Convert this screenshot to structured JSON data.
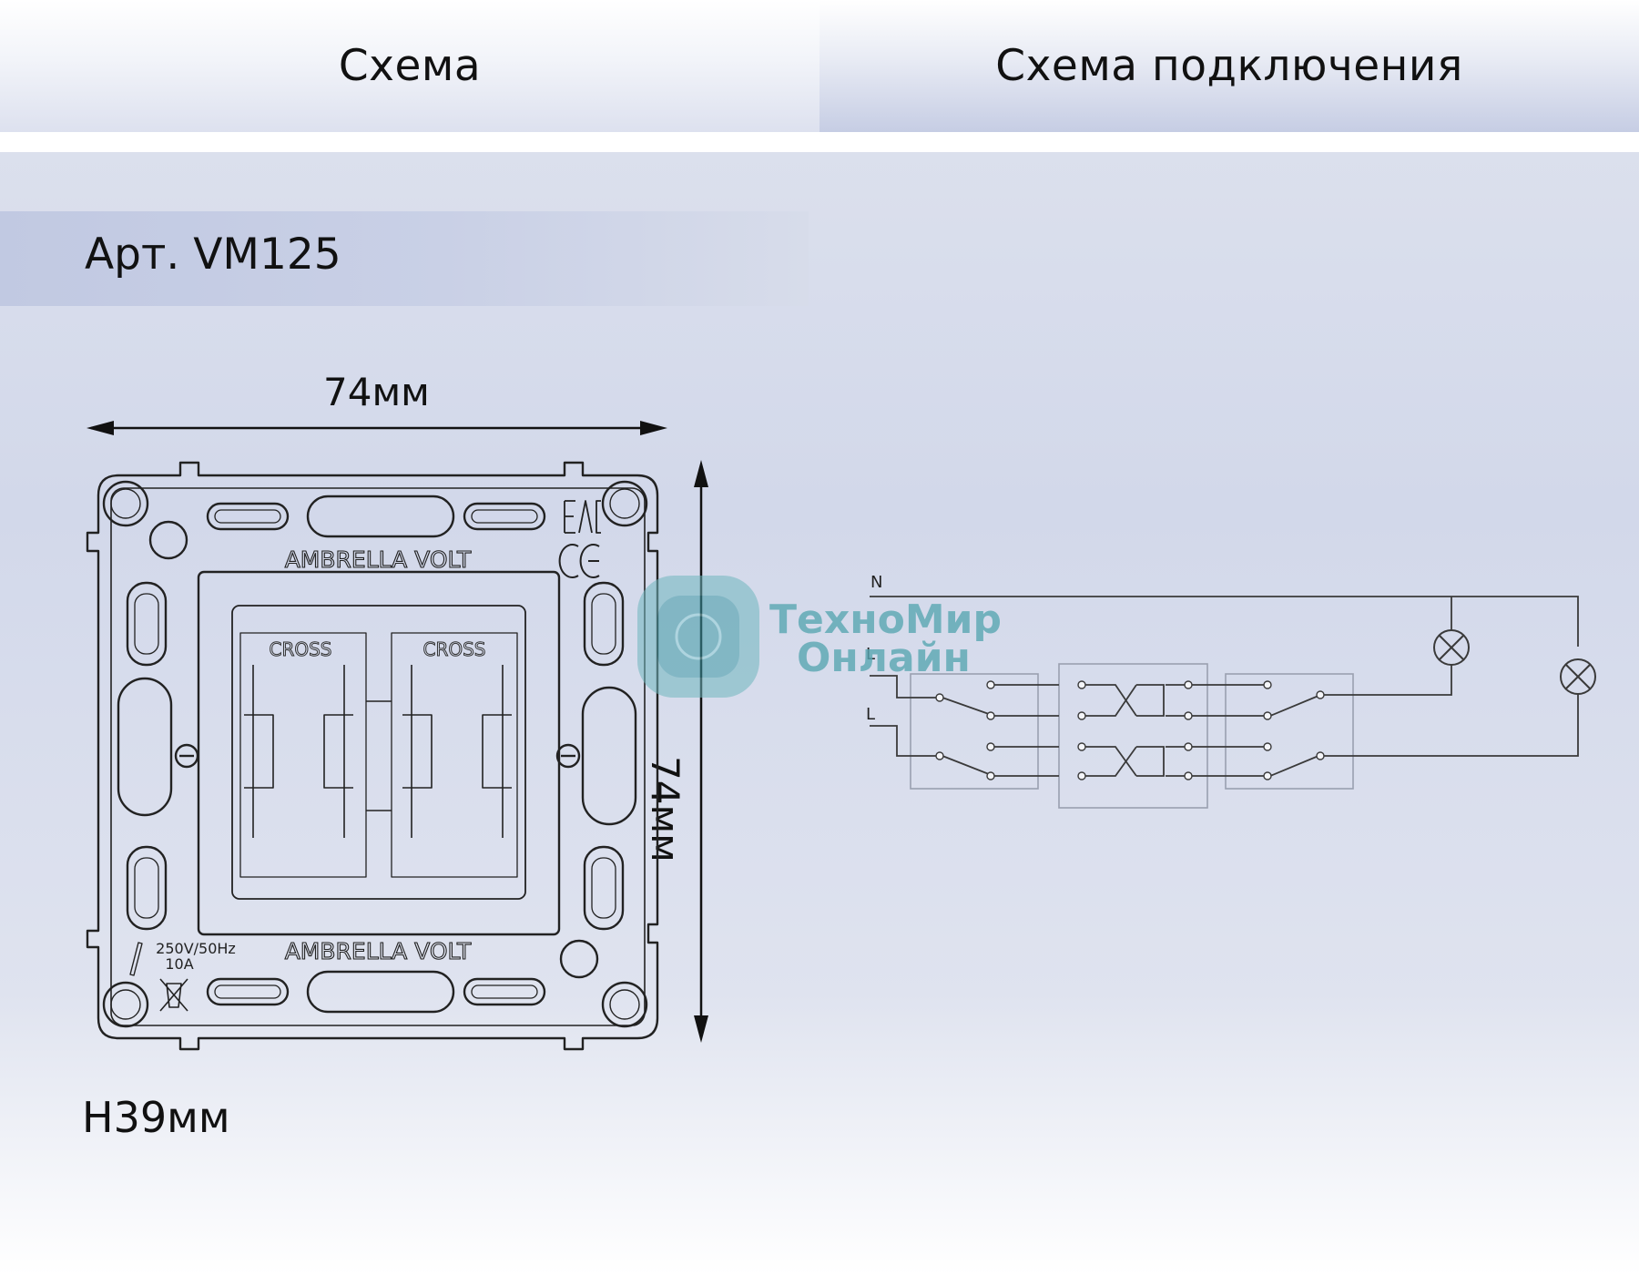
{
  "header": {
    "left_title": "Схема",
    "right_title": "Схема подключения"
  },
  "article": "Арт. VM125",
  "dimensions": {
    "width_label": "74мм",
    "height_label": "74мм",
    "depth_label": "H39мм"
  },
  "device": {
    "brand_top": "AMBRELLA VOLT",
    "brand_bottom": "AMBRELLA VOLT",
    "key_left": "CROSS",
    "key_right": "CROSS",
    "rating_voltage": "250V/50Hz",
    "rating_current": "10A"
  },
  "wiring": {
    "neutral_label": "N",
    "line_label_1": "L",
    "line_label_2": "L"
  },
  "watermark": {
    "line1": "ТехноМир",
    "line2": "Онлайн"
  },
  "colors": {
    "line": "#2a2a2a",
    "wire": "#3a3a3a",
    "watermark": "#5aa7b2"
  }
}
